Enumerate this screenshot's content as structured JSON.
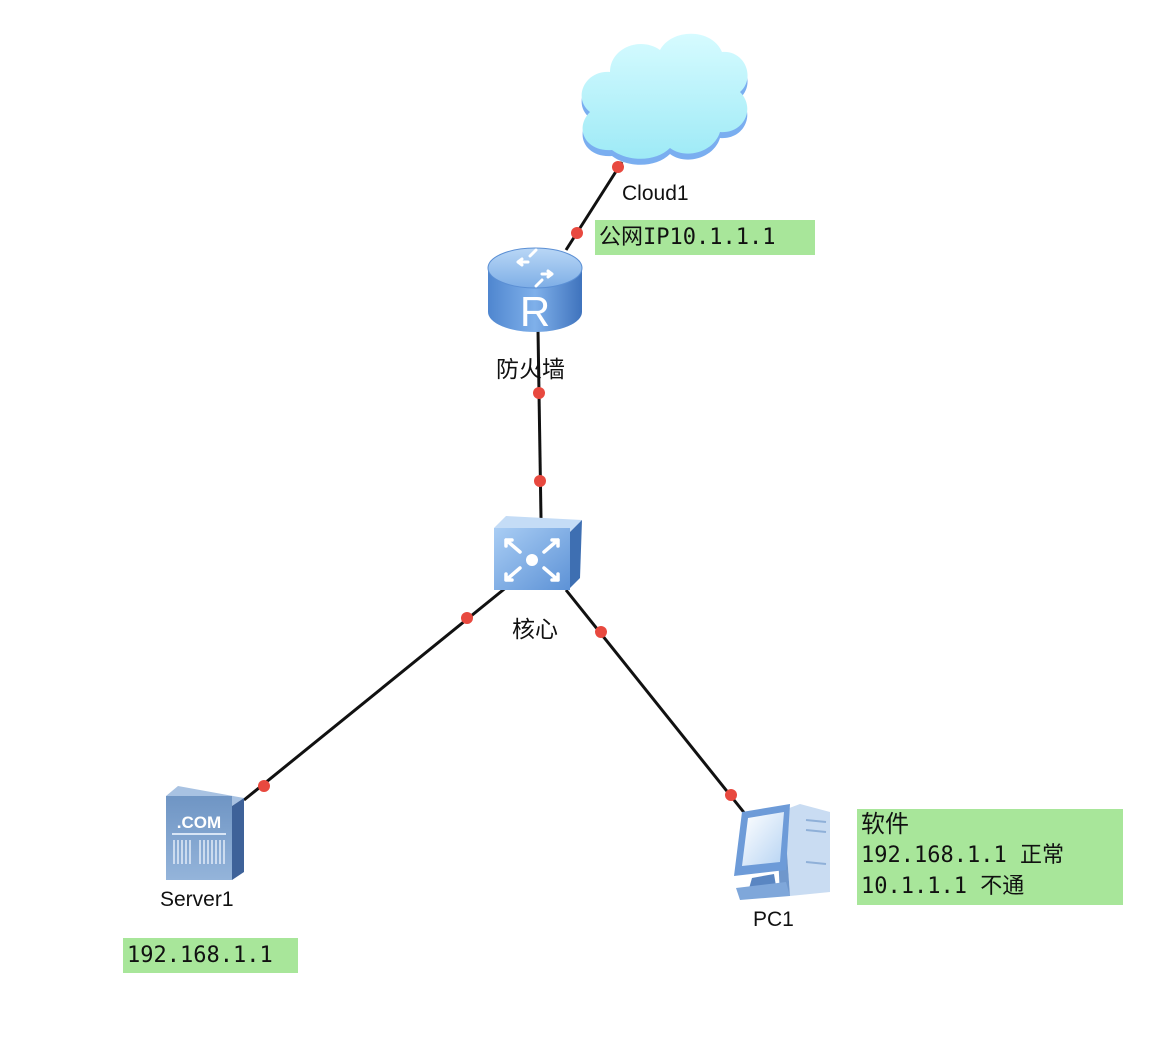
{
  "topology": {
    "devices": [
      {
        "id": "cloud1",
        "type": "cloud",
        "label": "Cloud1"
      },
      {
        "id": "firewall",
        "type": "router",
        "label": "防火墙"
      },
      {
        "id": "core",
        "type": "switch",
        "label": "核心"
      },
      {
        "id": "server1",
        "type": "server",
        "label": "Server1"
      },
      {
        "id": "pc1",
        "type": "pc",
        "label": "PC1"
      }
    ],
    "links": [
      {
        "from": "cloud1",
        "to": "firewall"
      },
      {
        "from": "firewall",
        "to": "core"
      },
      {
        "from": "core",
        "to": "server1"
      },
      {
        "from": "core",
        "to": "pc1"
      }
    ],
    "colors": {
      "link": "#111111",
      "port": "#e8493f",
      "note_bg": "#a8e69a"
    }
  },
  "notes": {
    "public_ip": "公网IP10.1.1.1",
    "server_ip": "192.168.1.1",
    "pc_note": {
      "title": "软件",
      "line1": "192.168.1.1 正常",
      "line2": "10.1.1.1 不通"
    }
  }
}
